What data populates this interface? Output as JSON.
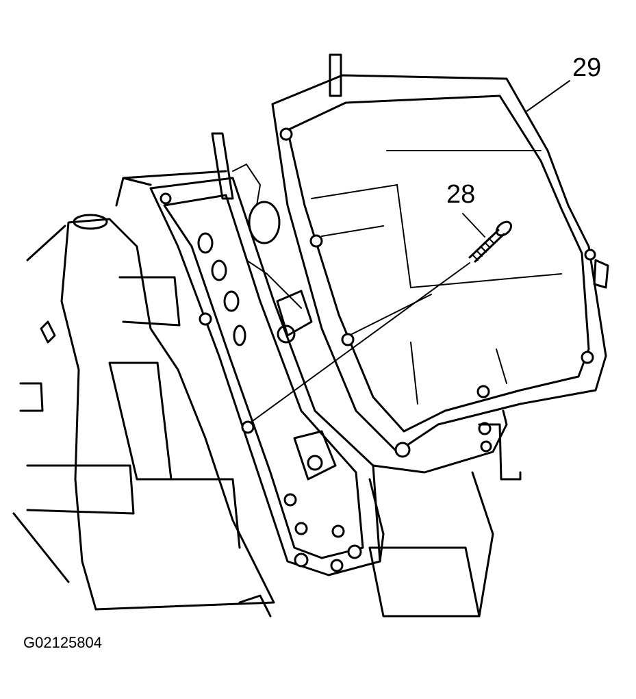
{
  "callouts": {
    "pan": "29",
    "bolt": "28"
  },
  "figure_id": "G02125804",
  "colors": {
    "line": "#000000",
    "background": "#ffffff"
  }
}
